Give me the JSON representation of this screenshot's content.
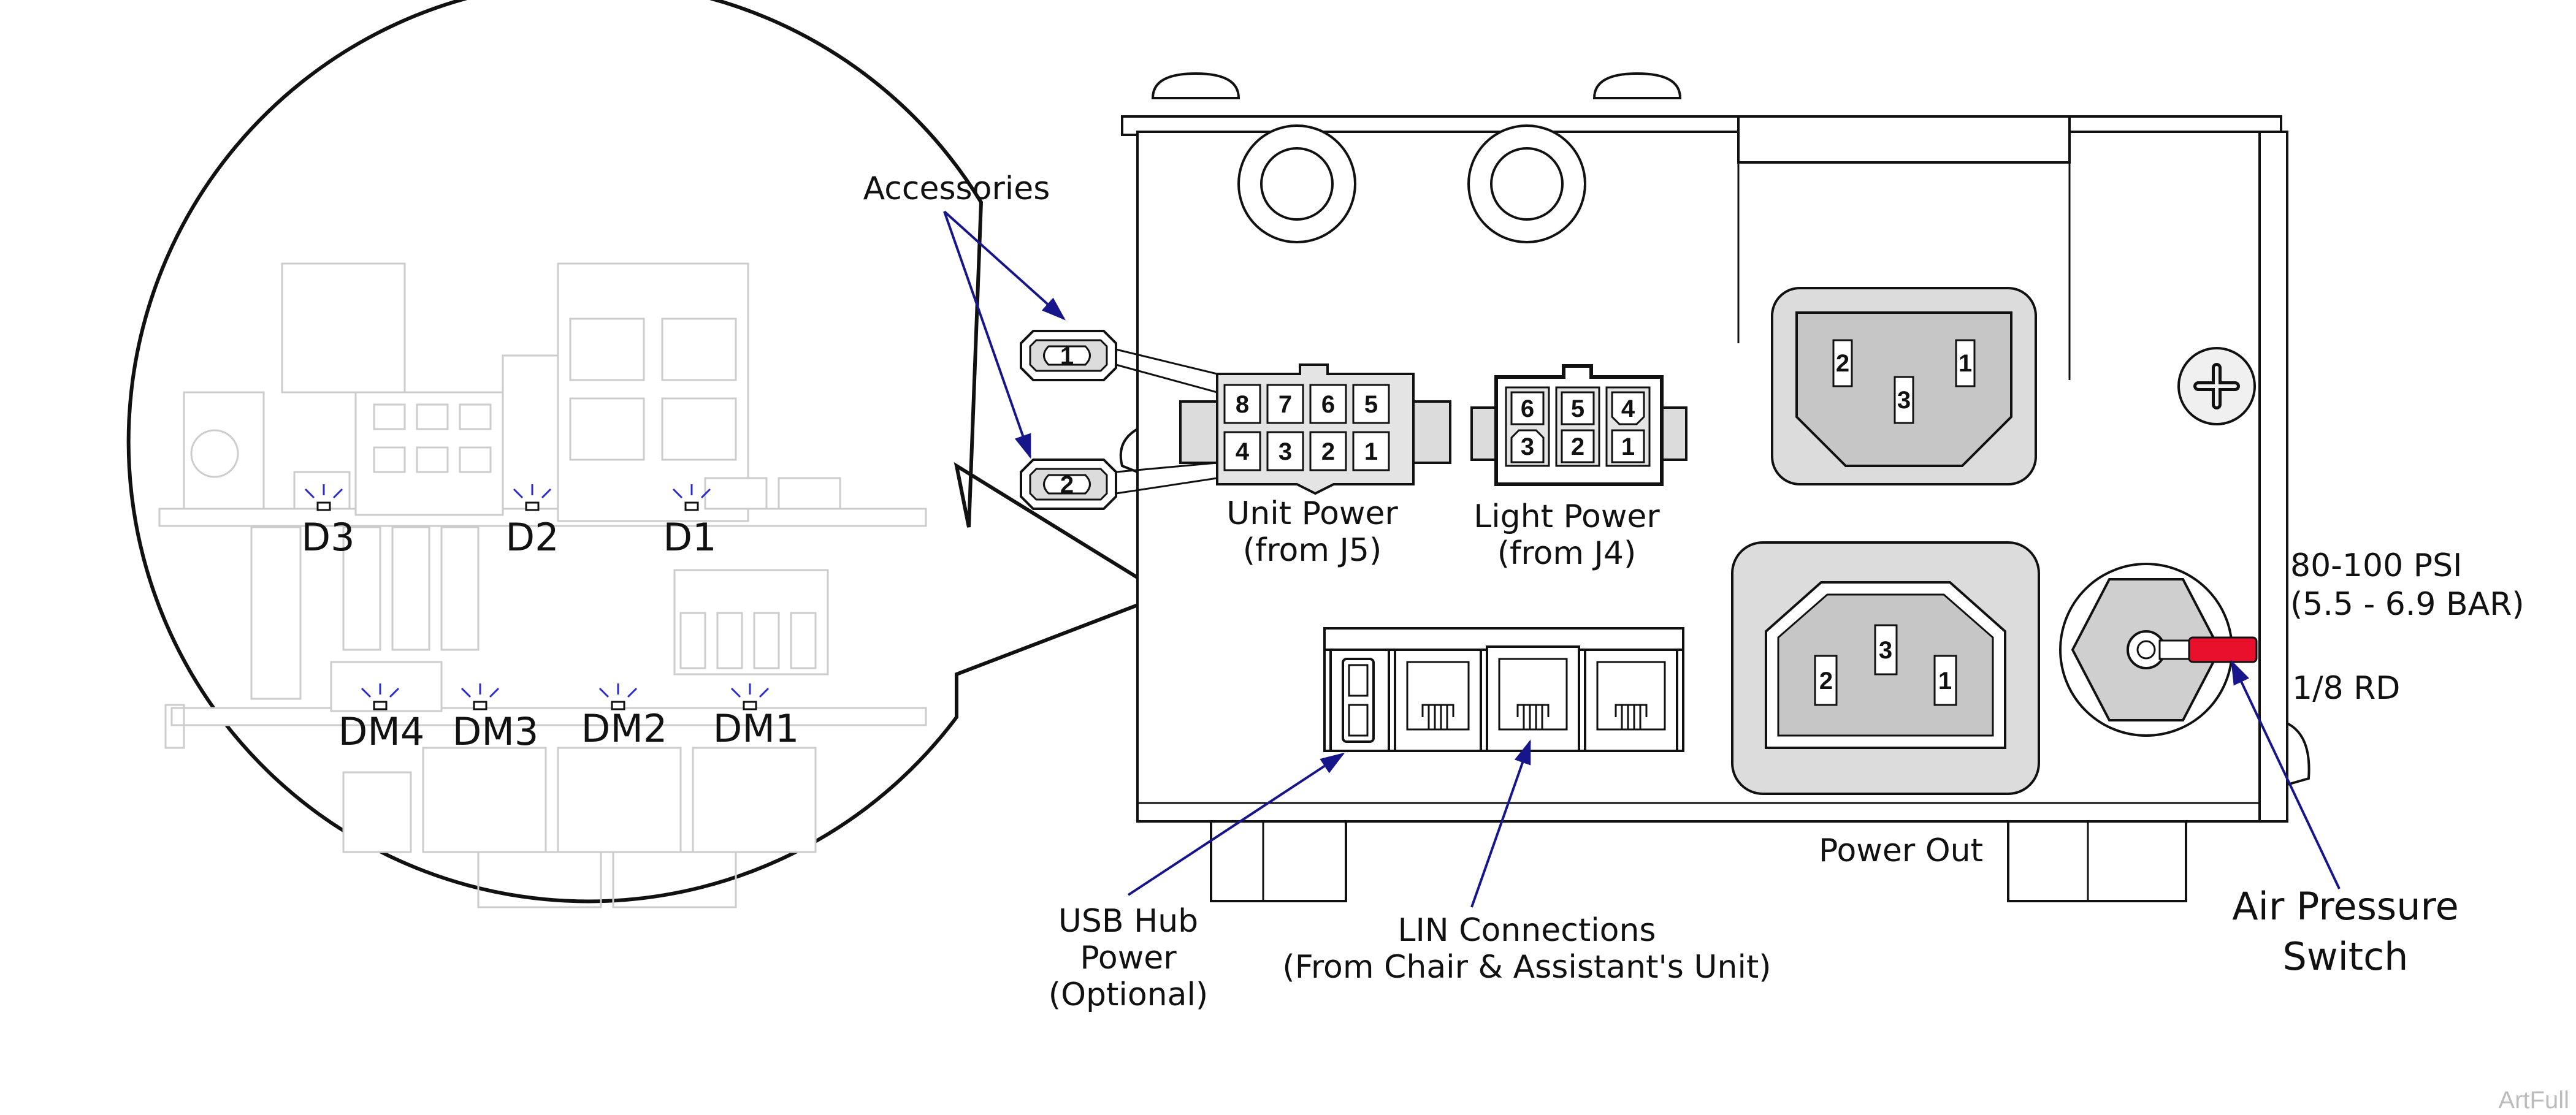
{
  "labels": {
    "accessories": "Accessories",
    "unit_power_line1": "Unit Power",
    "unit_power_line2": "(from J5)",
    "light_power_line1": "Light Power",
    "light_power_line2": "(from J4)",
    "psi_line1": "80-100 PSI",
    "psi_line2": "(5.5 - 6.9 BAR)",
    "fitting": "1/8 RD",
    "power_out": "Power Out",
    "usb_line1": "USB Hub",
    "usb_line2": "Power",
    "usb_line3": "(Optional)",
    "lin_line1": "LIN Connections",
    "lin_line2": "(From Chair & Assistant's Unit)",
    "air_line1": "Air Pressure",
    "air_line2": "Switch",
    "watermark": "ArtFull"
  },
  "leds": {
    "d3": "D3",
    "d2": "D2",
    "d1": "D1",
    "dm4": "DM4",
    "dm3": "DM3",
    "dm2": "DM2",
    "dm1": "DM1"
  },
  "pins": {
    "acc1": "1",
    "acc2": "2",
    "unit_power": [
      "8",
      "7",
      "6",
      "5",
      "4",
      "3",
      "2",
      "1"
    ],
    "light_power": [
      "6",
      "5",
      "4",
      "3",
      "2",
      "1"
    ],
    "outlet_top": [
      "2",
      "3",
      "1"
    ],
    "outlet_bottom": [
      "3",
      "2",
      "1"
    ]
  },
  "colors": {
    "pointer": "#16168a",
    "tube": "#e8102a",
    "led": "#2a2ad0"
  }
}
